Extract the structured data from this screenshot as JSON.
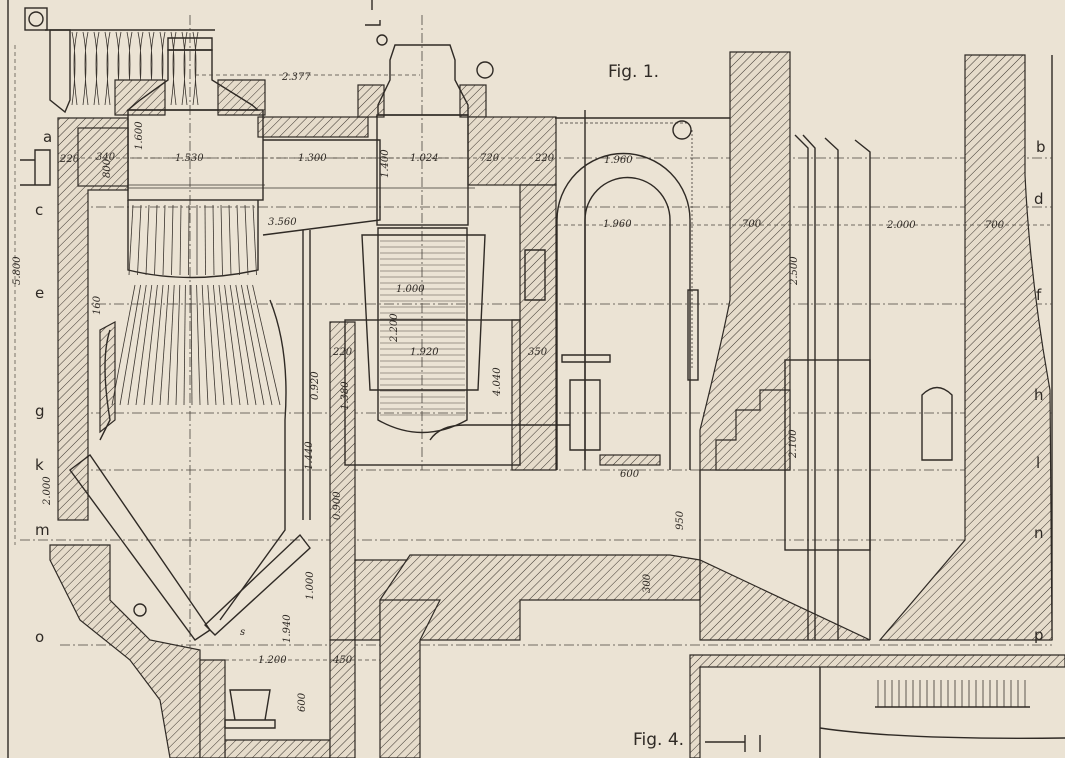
{
  "figures": {
    "fig1": "Fig. 1.",
    "fig4": "Fig. 4."
  },
  "row_letters_left": [
    "a",
    "c",
    "e",
    "g",
    "k",
    "m",
    "o"
  ],
  "row_letters_right": [
    "b",
    "d",
    "f",
    "h",
    "l",
    "n",
    "p"
  ],
  "dimensions": [
    "2.377",
    "1.600",
    "340",
    "220",
    "800",
    "1.530",
    "1.300",
    "1.400",
    "1.024",
    "720",
    "220",
    "1.960",
    "1.960",
    "700",
    "2.000",
    "700",
    "5.800",
    "3.560",
    "2.500",
    "1.000",
    "2.200",
    "1.920",
    "220",
    "350",
    "4.040",
    "1.380",
    "0.920",
    "160",
    "1.440",
    "2.100",
    "2.000",
    "0.900",
    "600",
    "950",
    "300",
    "1.000",
    "1.940",
    "1.200",
    "450",
    "600",
    "s"
  ],
  "colors": {
    "paper": "#ebe3d4",
    "ink": "#2f2a25"
  }
}
